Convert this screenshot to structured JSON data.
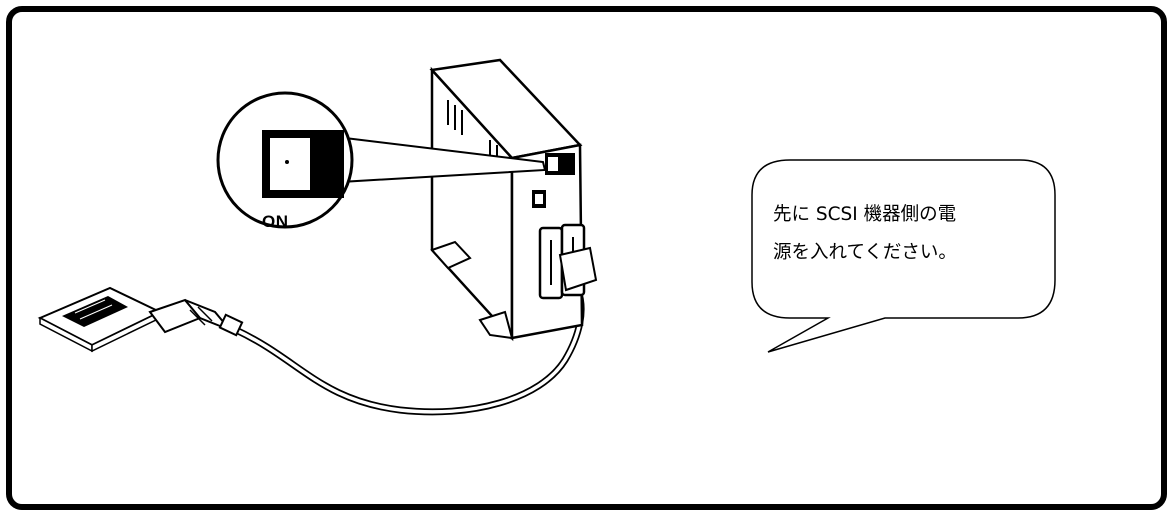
{
  "diagram": {
    "switch_label": "ON",
    "callout": {
      "line1": "先に SCSI 機器側の電",
      "line2": "源を入れてください。"
    },
    "colors": {
      "outline": "#000000",
      "background": "#ffffff",
      "device_face": "#ffffff"
    }
  }
}
